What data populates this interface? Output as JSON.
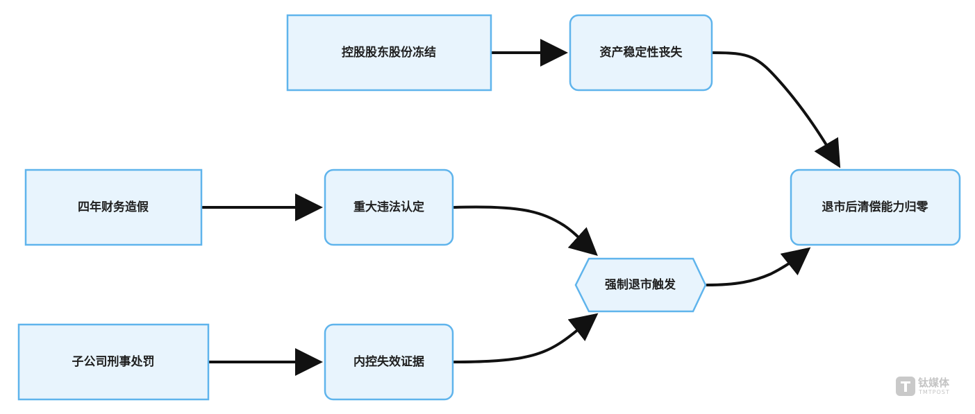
{
  "nodes": {
    "freeze": {
      "label": "控股股东股份冻结"
    },
    "asset_loss": {
      "label": "资产稳定性丧失"
    },
    "fraud": {
      "label": "四年财务造假"
    },
    "violation": {
      "label": "重大违法认定"
    },
    "criminal": {
      "label": "子公司刑事处罚"
    },
    "control_fail": {
      "label": "内控失效证据"
    },
    "delisting": {
      "label": "强制退市触发"
    },
    "zero": {
      "label": "退市后清偿能力归零"
    }
  },
  "edges": [
    {
      "from": "freeze",
      "to": "asset_loss"
    },
    {
      "from": "asset_loss",
      "to": "zero"
    },
    {
      "from": "fraud",
      "to": "violation"
    },
    {
      "from": "violation",
      "to": "delisting"
    },
    {
      "from": "criminal",
      "to": "control_fail"
    },
    {
      "from": "control_fail",
      "to": "delisting"
    },
    {
      "from": "delisting",
      "to": "zero"
    }
  ],
  "watermark": {
    "cn": "钛媒体",
    "en": "TMTPOST"
  },
  "colors": {
    "node_fill": "#e8f4fd",
    "node_stroke": "#5fb4ec",
    "edge": "#111111"
  }
}
